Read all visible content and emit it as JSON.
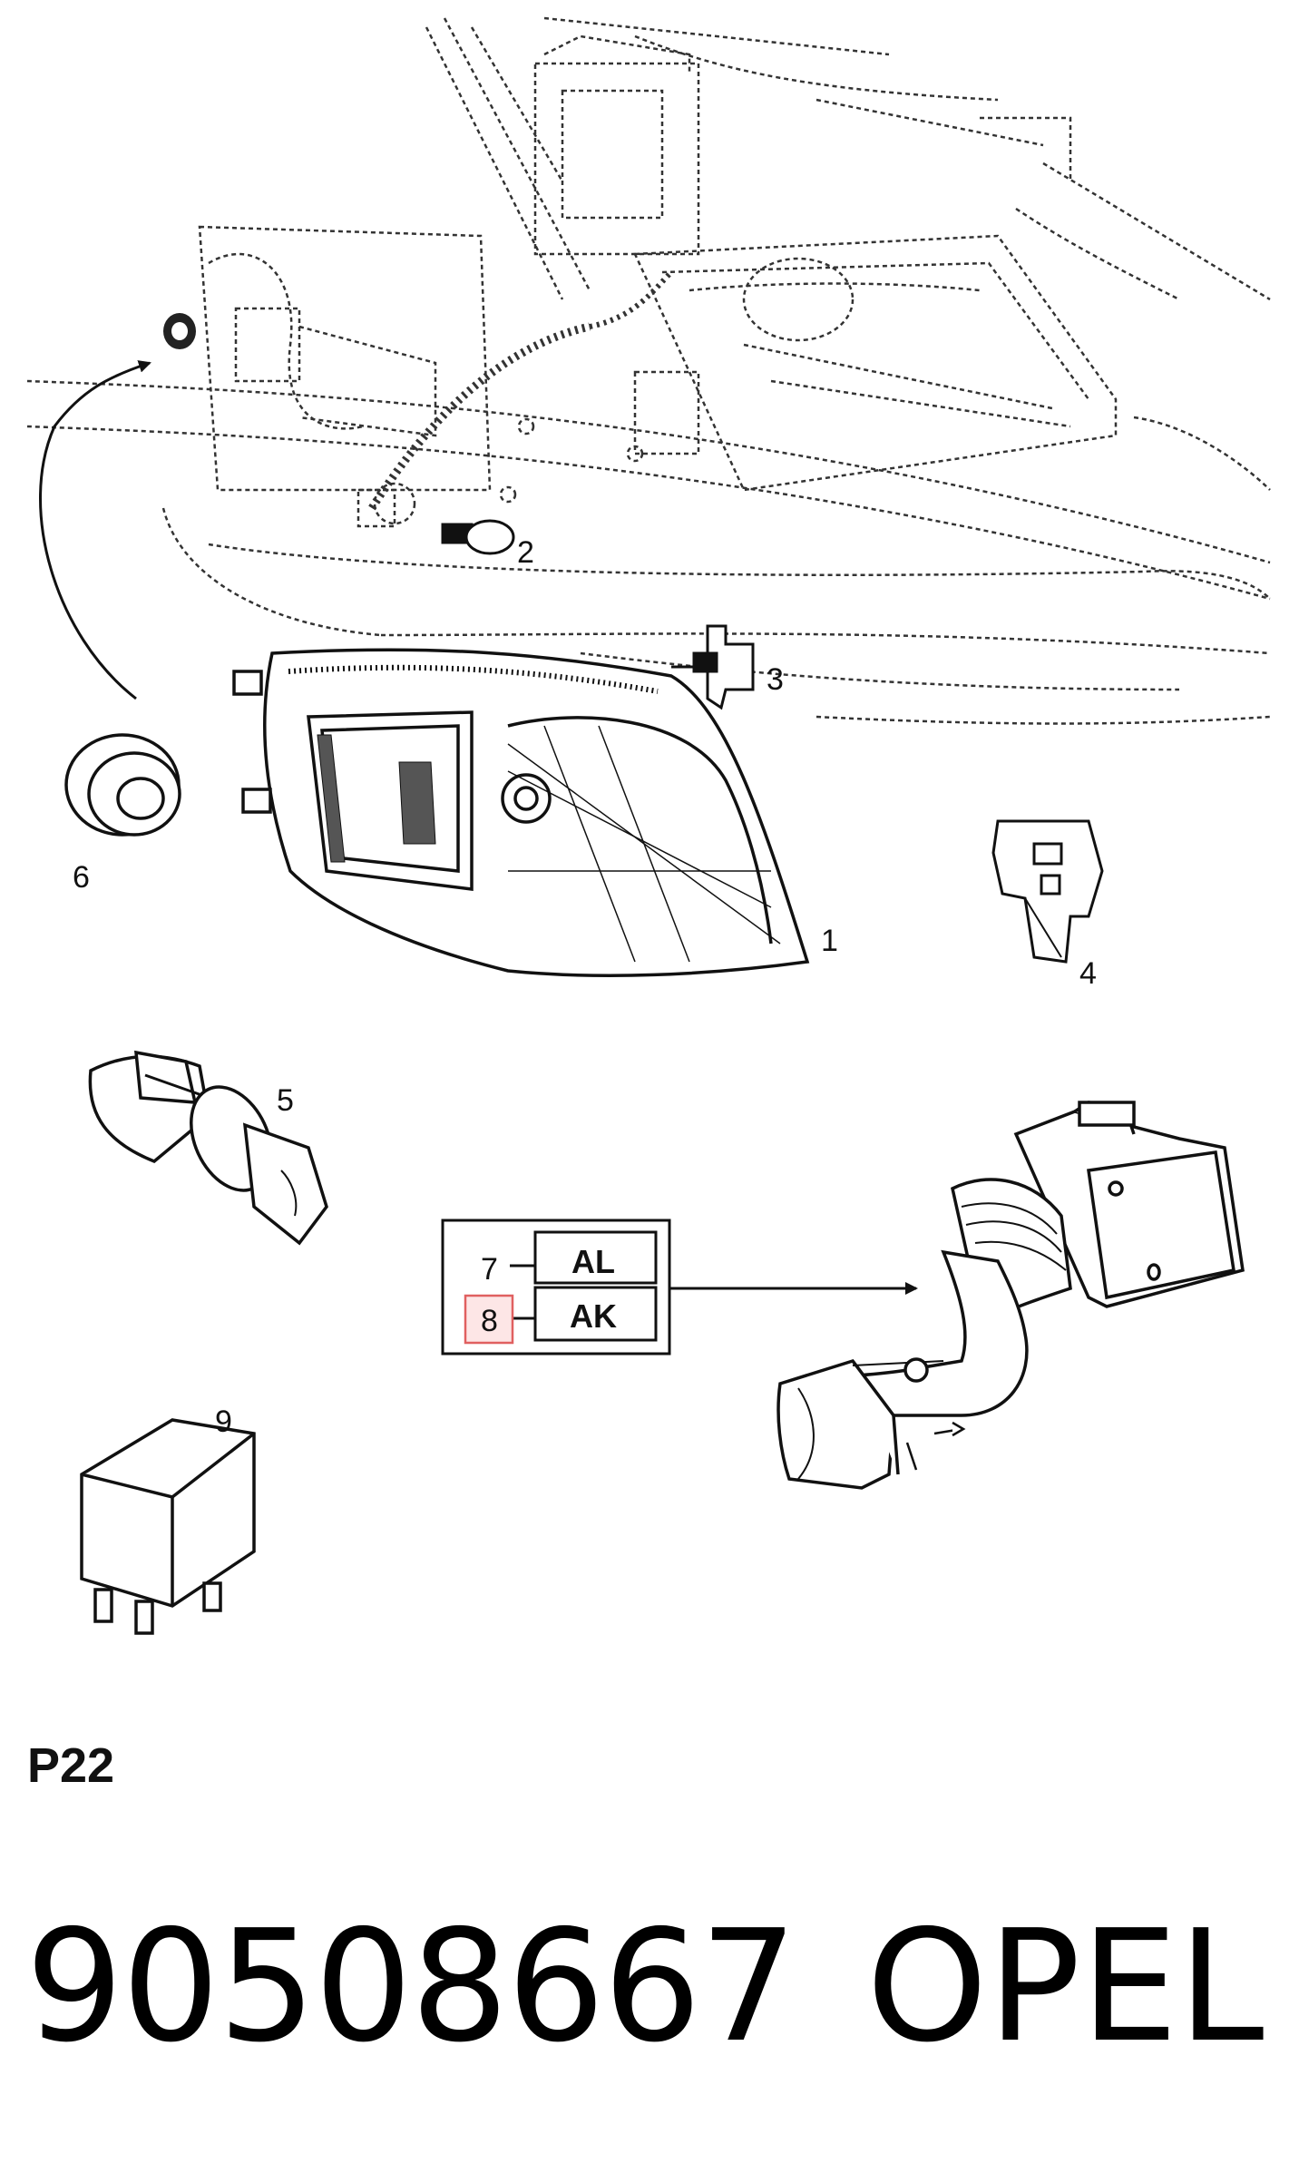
{
  "diagram": {
    "callouts": {
      "headlamp": "1",
      "bulb_small": "2",
      "bulb_holder": "3",
      "clip": "4",
      "bulb_socket": "5",
      "grommet": "6",
      "relay": "9"
    },
    "code_box": {
      "rows": [
        {
          "number": "7",
          "code": "AL"
        },
        {
          "number": "8",
          "code": "AK"
        }
      ],
      "highlight_color": "#e06060"
    },
    "page_code": "P22"
  },
  "footer": {
    "part_number": "90508667",
    "brand": "OPEL"
  }
}
